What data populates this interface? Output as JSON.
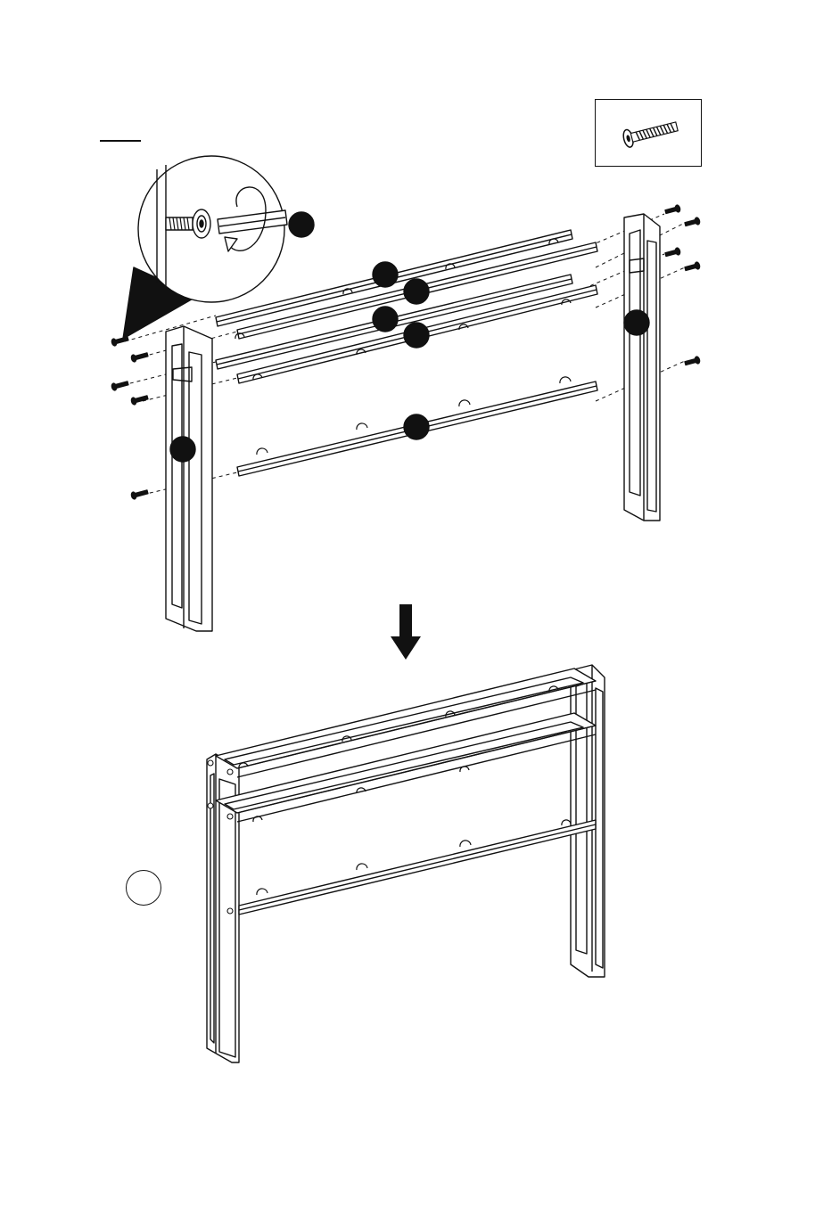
{
  "colors": {
    "ink": "#111111",
    "paper": "#ffffff"
  },
  "icons": {
    "hardware": "bolt-icon",
    "wrench": "allen-key-icon",
    "rotate": "rotate-arrow-icon",
    "flow": "arrow-down-icon"
  },
  "diagram": {
    "callout_count": 8,
    "bolt_count": 12,
    "parts": [
      "left-frame",
      "right-frame",
      "top-rail-front",
      "top-rail-back",
      "mid-rail-front",
      "mid-rail-back",
      "bottom-rail"
    ]
  }
}
